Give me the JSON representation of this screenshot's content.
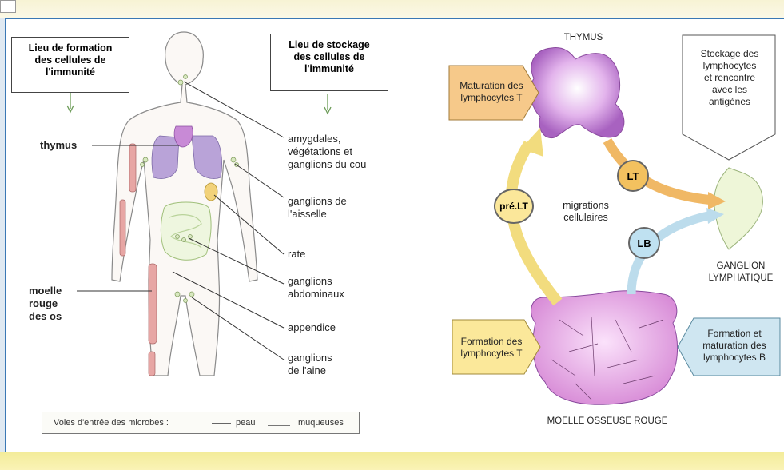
{
  "left": {
    "formation_box": "Lieu de formation\ndes cellules de\nl'immunité",
    "storage_box": "Lieu de stockage\ndes cellules de\nl'immunité",
    "thymus": "thymus",
    "moelle": "moelle\nrouge\ndes os",
    "amygdales": "amygdales,\nvégétations et\nganglions du cou",
    "aisselle": "ganglions de\nl'aisselle",
    "rate": "rate",
    "abdominaux": "ganglions\nabdominaux",
    "appendice": "appendice",
    "aine": "ganglions\nde l'aine",
    "legend": {
      "prefix": "Voies d'entrée des microbes :",
      "peau": "peau",
      "muqueuses": "muqueuses"
    }
  },
  "right": {
    "thymus_title": "THYMUS",
    "maturation_T": "Maturation des\nlymphocytes T",
    "stockage": "Stockage des\nlymphocytes\net rencontre\navec les\nantigènes",
    "pre_lt": "pré.LT",
    "lt": "LT",
    "lb": "LB",
    "migrations": "migrations\ncellulaires",
    "ganglion": "GANGLION\nLYMPHATIQUE",
    "formation_T": "Formation des\nlymphocytes T",
    "formation_B": "Formation et\nmaturation des\nlymphocytes B",
    "moelle_title": "MOELLE OSSEUSE ROUGE"
  },
  "colors": {
    "thymus": "#c88ad6",
    "lung": "#b9a3d8",
    "bone_marrow": "#e0a3df",
    "orange_box": "#f6c98a",
    "yellow_box": "#fbe89a",
    "blue_box": "#cfe6f1",
    "lt_circle": "#f3c15f",
    "lb_circle": "#bfe1f1",
    "pre_circle": "#fbe79a",
    "ganglion": "#e8f3d0",
    "frame_blue": "#3a78b5"
  }
}
